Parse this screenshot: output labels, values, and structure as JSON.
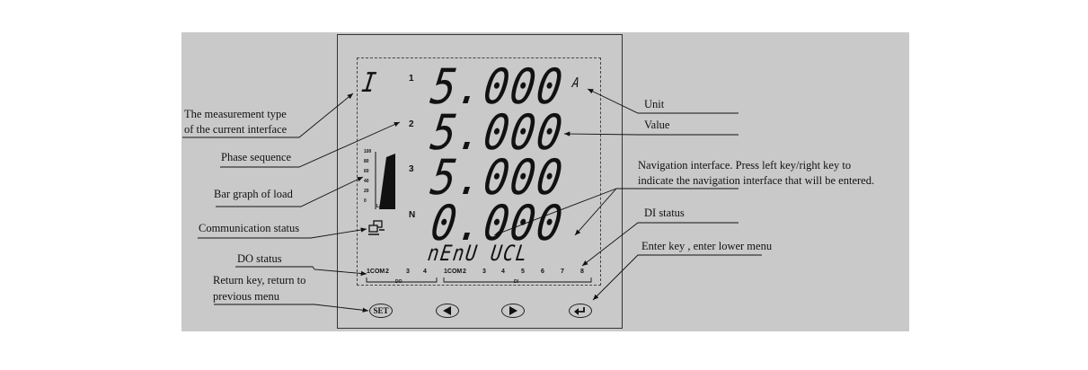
{
  "display": {
    "meas_type": "I",
    "unit": "A",
    "rows": [
      {
        "phase": "1",
        "value": "5.000"
      },
      {
        "phase": "2",
        "value": "5.000"
      },
      {
        "phase": "3",
        "value": "5.000"
      },
      {
        "phase": "N",
        "value": "0.000"
      }
    ],
    "menu_text": "nEnU UCL",
    "bar_load_label": "Load%",
    "bar_ticks": [
      "100",
      "80",
      "60",
      "40",
      "20",
      "0"
    ],
    "do_label": "DO",
    "do_numbers": [
      "1COM",
      "2",
      "3",
      "4"
    ],
    "di_label": "DI",
    "di_numbers": [
      "1COM",
      "2",
      "3",
      "4",
      "5",
      "6",
      "7",
      "8"
    ]
  },
  "keys": {
    "set": "SET",
    "left_icon": "left-triangle-icon",
    "right_icon": "right-triangle-icon",
    "enter_icon": "enter-arrow-icon"
  },
  "annotations": {
    "meas_type_1": "The measurement type",
    "meas_type_2": "of the current interface",
    "phase_seq": "Phase sequence",
    "bar_graph": "Bar graph of load",
    "comm_status": "Communication status",
    "do_status": "DO status",
    "return_1": "Return key, return to",
    "return_2": "previous menu",
    "unit": "Unit",
    "value": "Value",
    "nav_1": "Navigation interface. Press left key/right key to",
    "nav_2": "indicate the navigation interface that will be entered.",
    "di_status": "DI status",
    "enter_key": "Enter key , enter lower menu"
  }
}
